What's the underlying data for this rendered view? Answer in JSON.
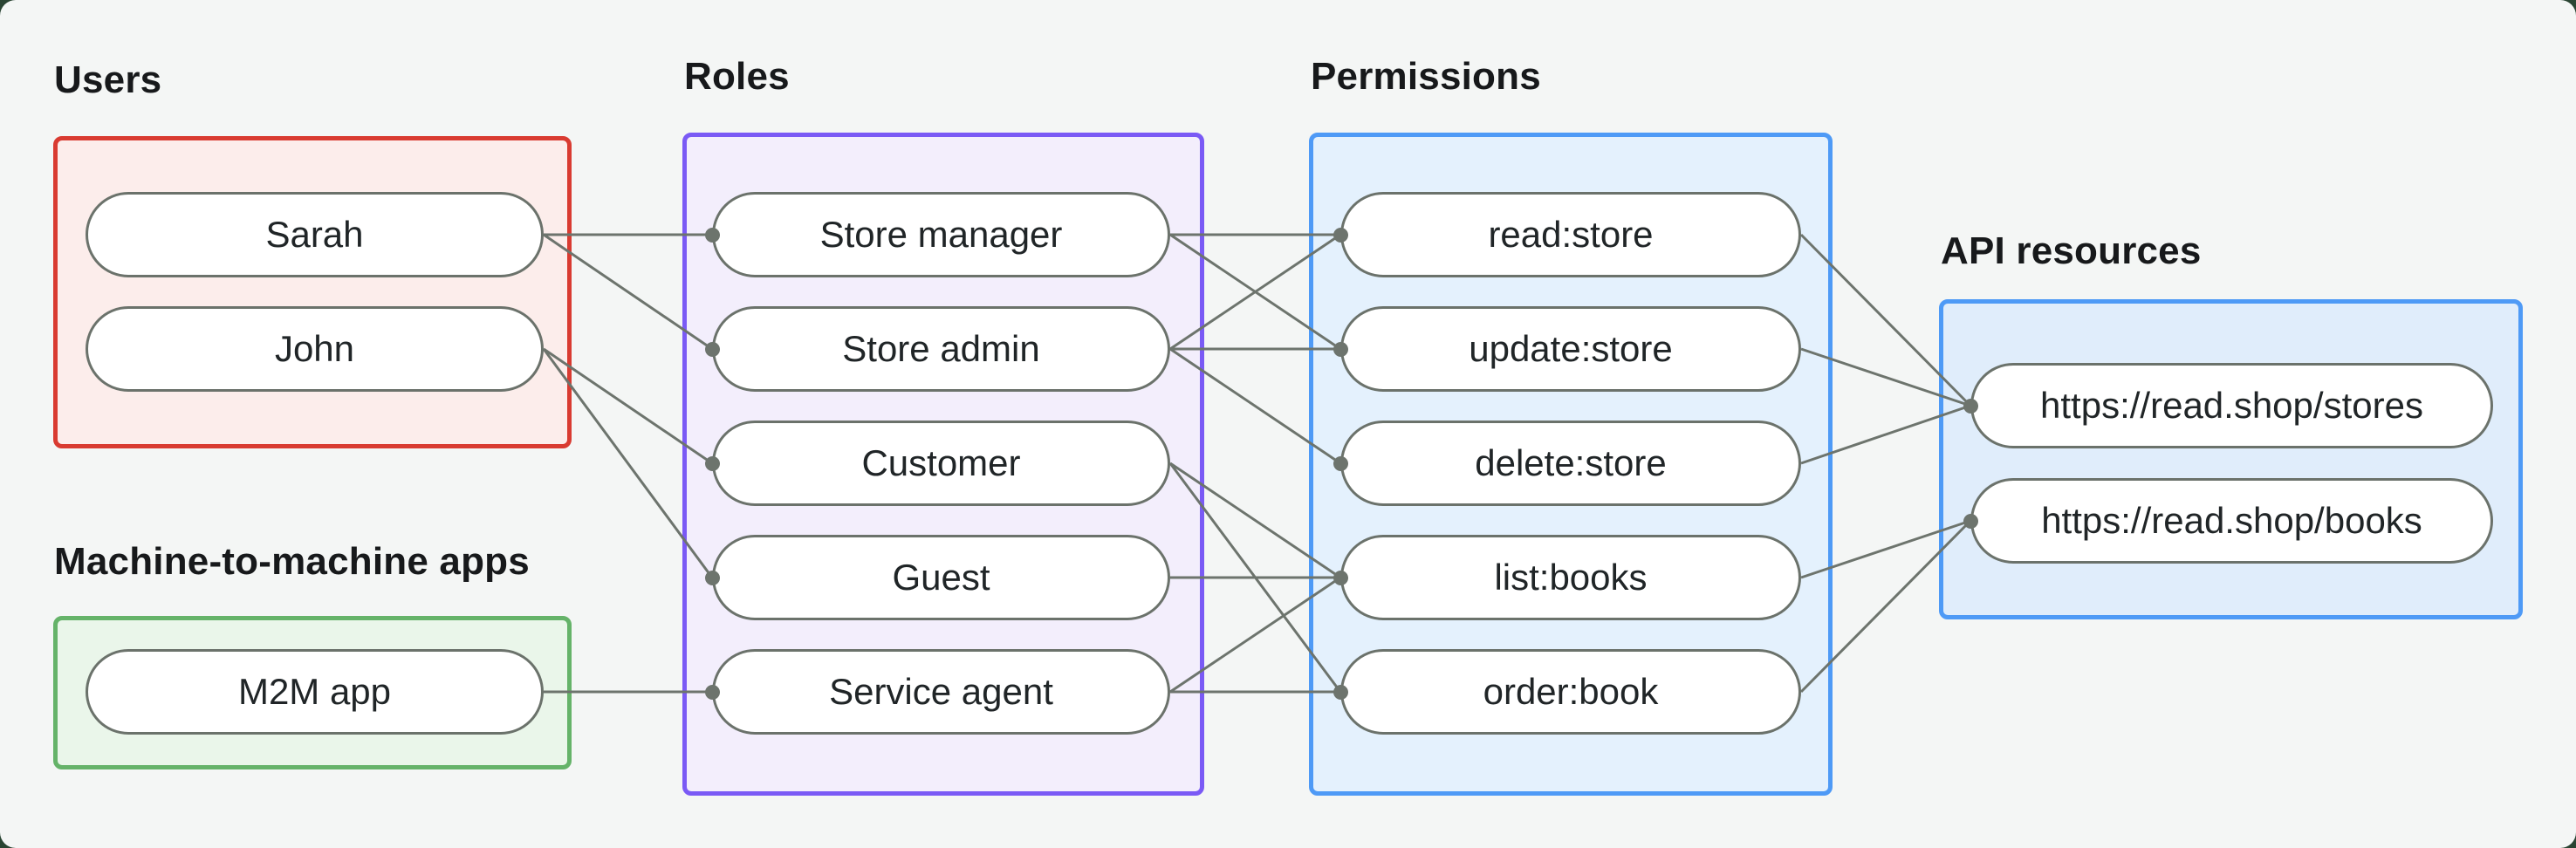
{
  "diagram": {
    "groups": [
      {
        "id": "users",
        "label": "Users",
        "color": {
          "border": "#d93b31",
          "fill": "#fcedeb"
        },
        "items": [
          {
            "id": "sarah",
            "label": "Sarah"
          },
          {
            "id": "john",
            "label": "John"
          }
        ]
      },
      {
        "id": "m2m",
        "label": "Machine-to-machine apps",
        "color": {
          "border": "#65b369",
          "fill": "#eaf6ea"
        },
        "items": [
          {
            "id": "m2m-app",
            "label": "M2M app"
          }
        ]
      },
      {
        "id": "roles",
        "label": "Roles",
        "color": {
          "border": "#7a5af5",
          "fill": "#f3eefc"
        },
        "items": [
          {
            "id": "store-manager",
            "label": "Store manager"
          },
          {
            "id": "store-admin",
            "label": "Store admin"
          },
          {
            "id": "customer",
            "label": "Customer"
          },
          {
            "id": "guest",
            "label": "Guest"
          },
          {
            "id": "service-agent",
            "label": "Service agent"
          }
        ]
      },
      {
        "id": "permissions",
        "label": "Permissions",
        "color": {
          "border": "#4e9af6",
          "fill": "#e4f1fd"
        },
        "items": [
          {
            "id": "read-store",
            "label": "read:store"
          },
          {
            "id": "update-store",
            "label": "update:store"
          },
          {
            "id": "delete-store",
            "label": "delete:store"
          },
          {
            "id": "list-books",
            "label": "list:books"
          },
          {
            "id": "order-book",
            "label": "order:book"
          }
        ]
      },
      {
        "id": "api",
        "label": "API resources",
        "color": {
          "border": "#4e9af6",
          "fill": "#e0edfb"
        },
        "items": [
          {
            "id": "stores",
            "label": "https://read.shop/stores"
          },
          {
            "id": "books",
            "label": "https://read.shop/books"
          }
        ]
      }
    ],
    "edges": [
      {
        "from": "sarah",
        "to": "store-manager"
      },
      {
        "from": "sarah",
        "to": "store-admin"
      },
      {
        "from": "john",
        "to": "customer"
      },
      {
        "from": "john",
        "to": "guest"
      },
      {
        "from": "m2m-app",
        "to": "service-agent"
      },
      {
        "from": "store-manager",
        "to": "read-store"
      },
      {
        "from": "store-manager",
        "to": "update-store"
      },
      {
        "from": "store-admin",
        "to": "read-store"
      },
      {
        "from": "store-admin",
        "to": "update-store"
      },
      {
        "from": "store-admin",
        "to": "delete-store"
      },
      {
        "from": "customer",
        "to": "list-books"
      },
      {
        "from": "customer",
        "to": "order-book"
      },
      {
        "from": "guest",
        "to": "list-books"
      },
      {
        "from": "service-agent",
        "to": "list-books"
      },
      {
        "from": "service-agent",
        "to": "order-book"
      },
      {
        "from": "read-store",
        "to": "stores"
      },
      {
        "from": "update-store",
        "to": "stores"
      },
      {
        "from": "delete-store",
        "to": "stores"
      },
      {
        "from": "list-books",
        "to": "books"
      },
      {
        "from": "order-book",
        "to": "books"
      }
    ],
    "style": {
      "canvas_bg": "#f4f6f5",
      "frame_bg": "#2a4533",
      "line_color": "#6d746d",
      "dot_color": "#6d746d",
      "pill_border": "#6b726b",
      "pill_fill": "#ffffff",
      "label_color": "#17191b",
      "pill_text": "#202527"
    }
  }
}
